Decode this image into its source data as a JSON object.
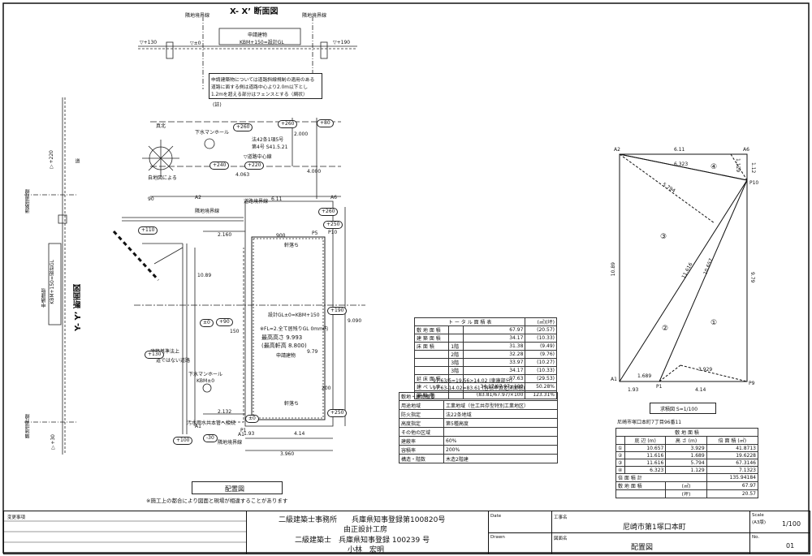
{
  "section_xx": {
    "title": "X- X’ 断面図",
    "left_boundary": "隣地境界線",
    "right_boundary": "隣地境界線",
    "level_left": "▽+130",
    "level_zero": "▽±0",
    "level_right": "▽+190",
    "building_label": "申請建物",
    "building_spec": "KBM+150=設計GL"
  },
  "note_box": {
    "line1": "申請建築物については道路斜線規制の適用のある",
    "line2": "道路に面する側は道路中心より2.0m以下とし",
    "line3": "1.2mを超える部分はフェンスとする（網状）",
    "sub": "(註)"
  },
  "section_yy": {
    "title": "Y- Y’ 断面図",
    "road_boundary": "道路境界線",
    "road_label": "道",
    "level_top": "▽+220",
    "level_bottom": "▽+30",
    "building_label": "申請建物",
    "building_spec": "KBM+150=設計GL",
    "neighbor_boundary": "隣地境界線"
  },
  "layout": {
    "north": "真北",
    "manhole": "下水マンホール",
    "self_ruler": "自地図による",
    "road_law": "法42条1項5号",
    "road_no": "第4号 S41.5.21",
    "road_center": "▽道路中心線",
    "road_boundary": "道路境界線",
    "neighbor_boundary_top": "隣地境界線",
    "neighbor_boundary_bottom": "隣地境界線",
    "building_law": "建築基準法上",
    "not_road": "道ではない道路",
    "manhole2": "下水マンホール",
    "kbm": "KBM±0",
    "drain": "汚水雨水共本管へ接続",
    "eaves_top": "軒落ち",
    "eaves_bottom": "軒落ち",
    "gl_spec": "設計GL±0=KBM+150",
    "foundation": "※FL=2.全て居残りGL 0mm内",
    "max_height": "最高高さ 9.993",
    "eave_height": "(最高軒高 8.800)",
    "building": "申請建物",
    "dim_top": "6.11",
    "dim_side_right": "9.090",
    "dim_left_top": "2.160",
    "dim_left_bottom": "2.132",
    "dim_bottom1": "1.93",
    "dim_bottom2": "4.14",
    "dim_total": "3.960",
    "dim_2000": "2.000",
    "dim_4000": "4.000",
    "dim_4063": "4.063",
    "dim_1089": "10.89",
    "dim_979": "9.79",
    "dim_900": "900",
    "dim_150": "150",
    "dim_200": "200",
    "dim_90": "90",
    "point_a2": "A2",
    "point_a6": "A6",
    "point_p10": "P10",
    "point_a1": "A1",
    "point_p1": "P1",
    "point_p5": "P5",
    "point_a1b": "A1",
    "levels": [
      "+260",
      "+260",
      "+80",
      "+260",
      "+240",
      "+220",
      "+110",
      "+90",
      "+190",
      "±0",
      "+130",
      "+100",
      "-30",
      "+250",
      "+250",
      "±0"
    ],
    "title": "配置図",
    "footnote": "※施工上の都合により図面と現場が相違することがあります"
  },
  "area_table": {
    "title": "ト ー タ ル 面 積 表",
    "unit": "(㎡)(坪)",
    "rows": [
      {
        "label": "敷 地 面 積",
        "a": "",
        "b": "67.97",
        "c": "(20.57)"
      },
      {
        "label": "建 築 面 積",
        "a": "",
        "b": "34.17",
        "c": "(10.33)"
      },
      {
        "label": "床 面 積",
        "a": "1階",
        "b": "31.38",
        "c": "(9.49)"
      },
      {
        "label": "",
        "a": "2階",
        "b": "32.28",
        "c": "(9.76)"
      },
      {
        "label": "",
        "a": "3階",
        "b": "33.97",
        "c": "(10.27)"
      },
      {
        "label": "",
        "a": "3階",
        "b": "34.17",
        "c": "(10.33)"
      },
      {
        "label": "延 床 面 積",
        "a": "",
        "b": "97.63",
        "c": "(29.53)"
      },
      {
        "label": "建 ぺ い 率",
        "a": "",
        "b": "34.17/67.97×100",
        "c": "50.28%"
      },
      {
        "label": "容 積 率",
        "a": "",
        "b": "(83.81/67.97)×100",
        "c": "123.31%"
      }
    ],
    "note1": "97.63/5=19.56>14.02 (車庫部分)",
    "note2": "97.63-14.02=83.61 (容積率算定床面積)"
  },
  "site_table": {
    "title": "敷地・建物概要",
    "rows": [
      {
        "k": "用途地域",
        "v": "工業地域（住工共存型特別工業地区）"
      },
      {
        "k": "防火指定",
        "v": "法22条地域"
      },
      {
        "k": "高度指定",
        "v": "第5種高度"
      },
      {
        "k": "その他の区域",
        "v": ""
      },
      {
        "k": "建蔽率",
        "v": "60%"
      },
      {
        "k": "容積率",
        "v": "200%"
      },
      {
        "k": "構造・階数",
        "v": "木造2階建"
      }
    ]
  },
  "triangle": {
    "title": "求積図 S=1/100",
    "address": "尼崎市塚口本町7丁目96番11",
    "a2": "A2",
    "a6": "A6",
    "p10": "P10",
    "a1": "A1",
    "p1": "P1",
    "p9": "P9",
    "len_top": "6.11",
    "len_112": "1.12",
    "len_1129": "1.129",
    "len_6323": "6.323",
    "len_5794": "5.794",
    "len_11616": "11.616",
    "len_10657": "10.657",
    "len_1089": "10.89",
    "len_979": "9.79",
    "len_1689": "1.689",
    "len_3929": "3.929",
    "len_193": "1.93",
    "len_414": "4.14",
    "regions": [
      "①",
      "②",
      "③",
      "④"
    ]
  },
  "calc_table": {
    "title": "敷 地 面 積",
    "h1": "底 辺 (m)",
    "h2": "高 さ (m)",
    "h3": "倍 面 積 (㎡)",
    "rows": [
      {
        "n": "①",
        "a": "10.657",
        "b": "3.929",
        "c": "41.8713"
      },
      {
        "n": "②",
        "a": "11.616",
        "b": "1.689",
        "c": "19.6228"
      },
      {
        "n": "③",
        "a": "11.616",
        "b": "5.794",
        "c": "67.3146"
      },
      {
        "n": "④",
        "a": "6.323",
        "b": "1.129",
        "c": "7.1323"
      }
    ],
    "total_label": "倍 面 積 計",
    "total": "135.94184",
    "site_label": "敷 地 面 積",
    "site_unit": "(㎡)",
    "site_value": "67.97",
    "tsubo_unit": "(坪)",
    "tsubo_value": "20.57"
  },
  "footer": {
    "changes": "変更事項",
    "office1": "二級建築士事務所　　兵庫県知事登録第100820号",
    "office2": "由正設計工房",
    "office3": "二級建築士　兵庫県知事登録 100239 号",
    "office4": "小林　宏明",
    "date_label": "Date",
    "drawn_label": "Drawn",
    "project_label": "工事名",
    "project": "尼崎市第1塚口本町",
    "drawing_label": "図面名",
    "drawing": "配置図",
    "scale_label": "Scale",
    "scale_sub": "(A3版)",
    "scale": "1/100",
    "no_label": "No.",
    "no": "01"
  }
}
